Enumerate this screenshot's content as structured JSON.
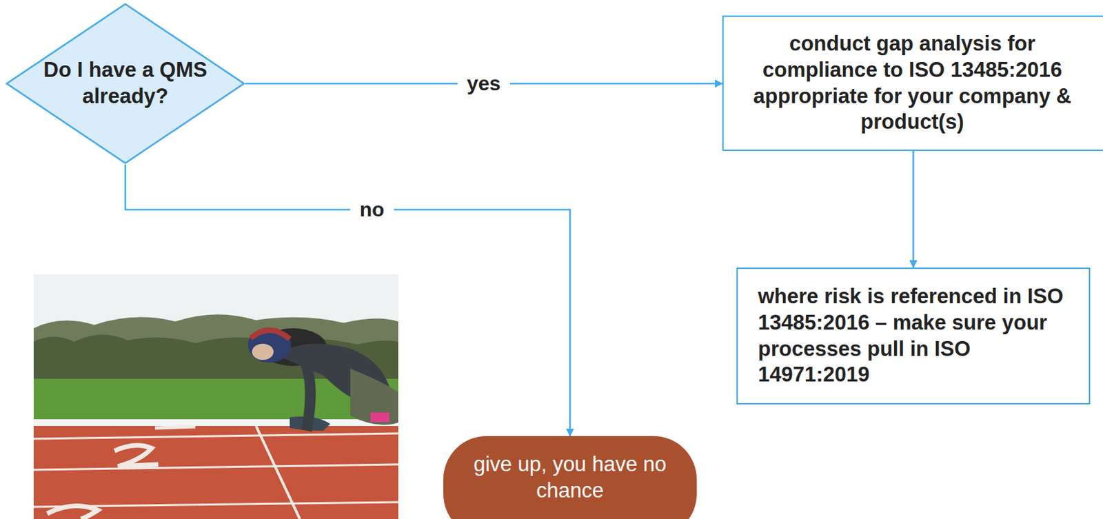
{
  "diagram": {
    "nodes": [
      {
        "text": [
          "Do I have a QMS already?"
        ]
      },
      {
        "text": [
          "conduct gap analysis for compliance to ISO 13485:2016 appropriate for your company & product(s)"
        ]
      },
      {
        "text": [
          "where risk is referenced in ISO 13485:2016 – make sure your processes pull in ISO 14971:2019"
        ]
      },
      {
        "text": [
          "give up, you have no chance"
        ]
      }
    ],
    "edges": [
      {
        "from": 0,
        "to": 1,
        "label": "yes",
        "arrow": "to"
      },
      {
        "from": 0,
        "to": 3,
        "label": "no",
        "arrow": "to"
      },
      {
        "from": 1,
        "to": 2,
        "arrow": "to"
      }
    ]
  }
}
